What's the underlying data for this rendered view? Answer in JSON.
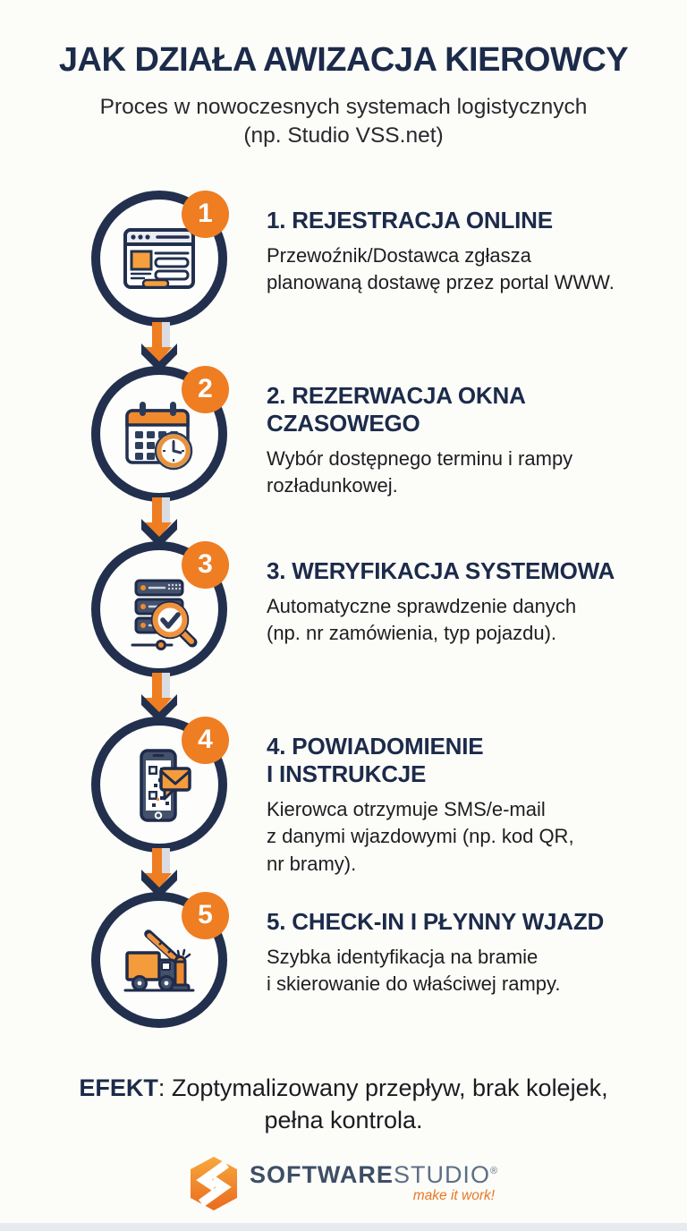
{
  "page": {
    "title": "JAK DZIAŁA AWIZACJA KIEROWCY",
    "subtitle": "Proces w nowoczesnych systemach logistycznych\n(np. Studio VSS.net)"
  },
  "colors": {
    "navy": "#22304e",
    "orange": "#ef7d22",
    "slate": "#44516b",
    "background": "#fcfcf9"
  },
  "steps": [
    {
      "badge": "1",
      "icon": "browser-window-icon",
      "heading": "1. REJESTRACJA ONLINE",
      "body": "Przewoźnik/Dostawca zgłasza\nplanowaną dostawę przez portal WWW."
    },
    {
      "badge": "2",
      "icon": "calendar-clock-icon",
      "heading": "2. REZERWACJA OKNA\nCZASOWEGO",
      "body": "Wybór dostępnego terminu i rampy\nrozładunkowej."
    },
    {
      "badge": "3",
      "icon": "server-search-icon",
      "heading": "3. WERYFIKACJA SYSTEMOWA",
      "body": "Automatyczne sprawdzenie danych\n(np. nr zamówienia, typ pojazdu)."
    },
    {
      "badge": "4",
      "icon": "phone-qr-mail-icon",
      "heading": "4. POWIADOMIENIE\nI INSTRUKCJE",
      "body": "Kierowca otrzymuje SMS/e-mail\nz danymi wjazdowymi (np. kod QR,\nnr bramy)."
    },
    {
      "badge": "5",
      "icon": "truck-barrier-icon",
      "heading": "5. CHECK-IN I PŁYNNY WJAZD",
      "body": "Szybka identyfikacja na bramie\ni skierowanie do właściwej rampy."
    }
  ],
  "result": {
    "label": "EFEKT",
    "text": ": Zoptymalizowany przepływ, brak kolejek, pełna kontrola."
  },
  "logo": {
    "brand_bold": "SOFTWARE",
    "brand_light": "STUDIO",
    "registered": "®",
    "tagline": "make it work!"
  }
}
